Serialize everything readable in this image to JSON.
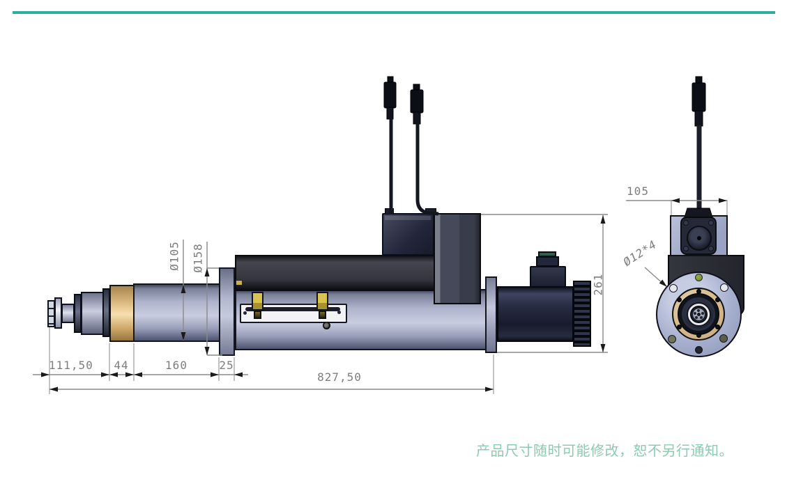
{
  "accent": {
    "top_line_color": "#2bb0a0"
  },
  "note": {
    "text": "产品尺寸随时可能修改，恕不另行通知。",
    "color": "#8ccab1"
  },
  "colors": {
    "body_metal": "#b5bad2",
    "collar_tan": "#e9c98f",
    "housing_dark": "#35353f",
    "motor_dark": "#1f2433",
    "flange_lavender": "#a9b2d2",
    "dimension_gray": "#7d7d7d"
  },
  "dimensions": {
    "side": {
      "seg_nose": "111,50",
      "seg_collar": "44",
      "seg_body": "160",
      "seg_flange": "25",
      "overall_length": "827,50",
      "body_diameter": "Ø105",
      "flange_diameter": "Ø158",
      "overall_height": "261"
    },
    "end": {
      "mount_width": "105",
      "bolt_holes": "Ø12*4"
    }
  }
}
